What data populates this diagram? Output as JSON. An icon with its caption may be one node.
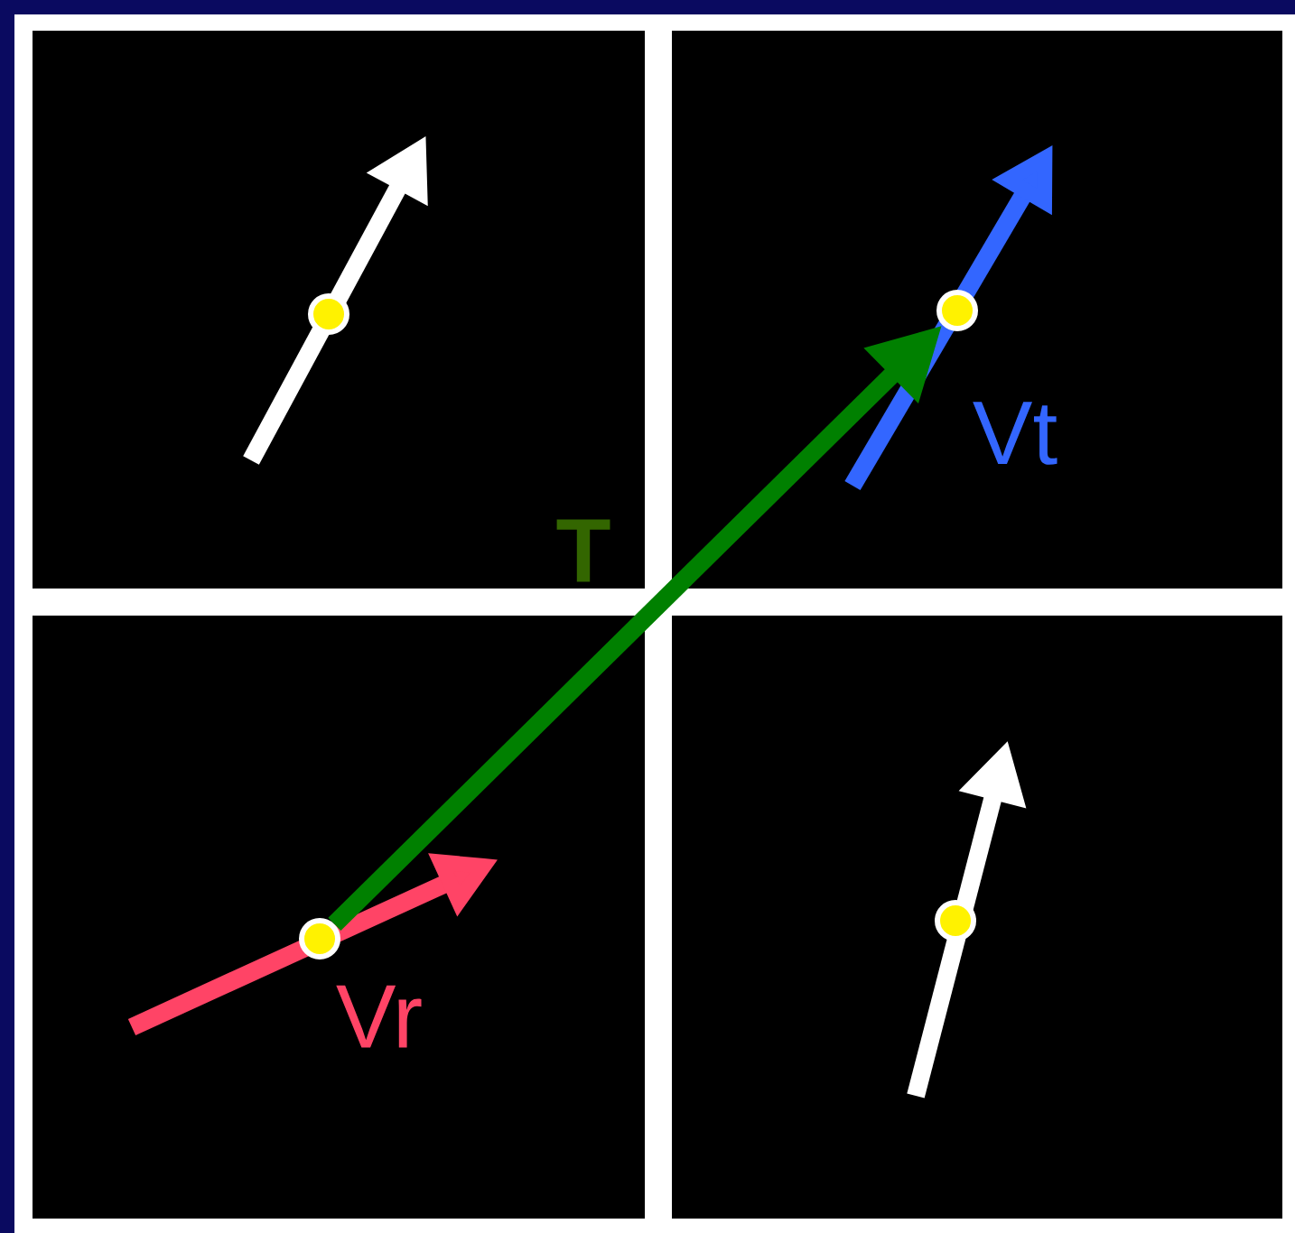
{
  "diagram": {
    "nodes": [
      {
        "text": [],
        "shape": "circle"
      },
      {
        "text": [],
        "shape": "circle"
      },
      {
        "text": [],
        "shape": "circle"
      },
      {
        "text": [],
        "shape": "circle"
      }
    ],
    "edges": [
      {
        "from": 2,
        "to": 1,
        "arrow": "to",
        "label": "T"
      }
    ],
    "labels": [
      "Vt",
      "Vr"
    ]
  }
}
